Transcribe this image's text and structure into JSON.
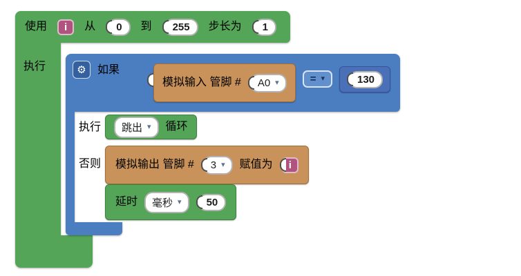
{
  "colors": {
    "workspace_bg": "#ffffff",
    "green": "#55a558",
    "green_dark": "#3d7f41",
    "blue": "#4a7ec1",
    "blue_dark": "#35609f",
    "blue_light": "#6290cd",
    "indigo": "#4a70b8",
    "indigo_dark": "#35549c",
    "tan": "#c8925a",
    "tan_dark": "#a06f38",
    "magenta": "#b0537f",
    "field_border": "#b3b3b3"
  },
  "icons": {
    "gear": "⚙",
    "dropdown_arrow": "▾"
  },
  "blocks": {
    "for_loop": {
      "use_label": "使用",
      "variable": "i",
      "from_label": "从",
      "from_value": "0",
      "to_label": "到",
      "to_value": "255",
      "step_label": "步长为",
      "step_value": "1",
      "do_label": "执行"
    },
    "if": {
      "if_label": "如果",
      "do_label": "执行",
      "else_label": "否则"
    },
    "analog_input": {
      "label": "模拟输入 管脚 #",
      "pin": "A0"
    },
    "compare": {
      "operator": "=",
      "value": "130"
    },
    "break": {
      "action": "跳出",
      "loop_label": "循环"
    },
    "analog_output": {
      "label": "模拟输出 管脚 #",
      "pin": "3",
      "assign_label": "赋值为",
      "variable": "i"
    },
    "delay": {
      "label": "延时",
      "unit": "毫秒",
      "value": "50"
    }
  }
}
